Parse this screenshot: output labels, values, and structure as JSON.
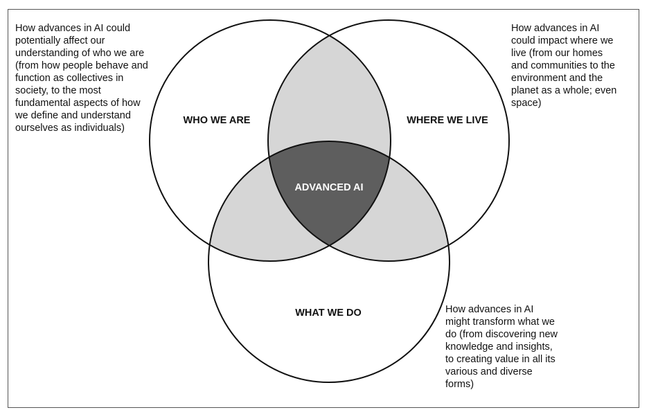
{
  "diagram": {
    "sets": [
      {
        "id": "who",
        "label": "WHO WE ARE",
        "description": "How advances in AI could\npotentially affect our\nunderstanding of who we are\n(from how people behave and\nfunction as collectives in\nsociety, to the most\nfundamental aspects of how\nwe define and understand\nourselves as individuals)"
      },
      {
        "id": "where",
        "label": "WHERE WE LIVE",
        "description": "How advances in AI\ncould impact where we\nlive (from our homes\nand communities to the\nenvironment and the\nplanet as a whole; even\nspace)"
      },
      {
        "id": "what",
        "label": "WHAT WE DO",
        "description": "How advances in AI\nmight transform what we\ndo (from discovering new\nknowledge and insights,\nto creating value in all its\nvarious and diverse\nforms)"
      }
    ],
    "center_label": "ADVANCED AI",
    "colors": {
      "pairwise_overlap": "#d6d6d6",
      "center_overlap": "#5e5e5e",
      "center_text": "#ffffff",
      "outline": "#111111",
      "frame": "#555555"
    }
  }
}
